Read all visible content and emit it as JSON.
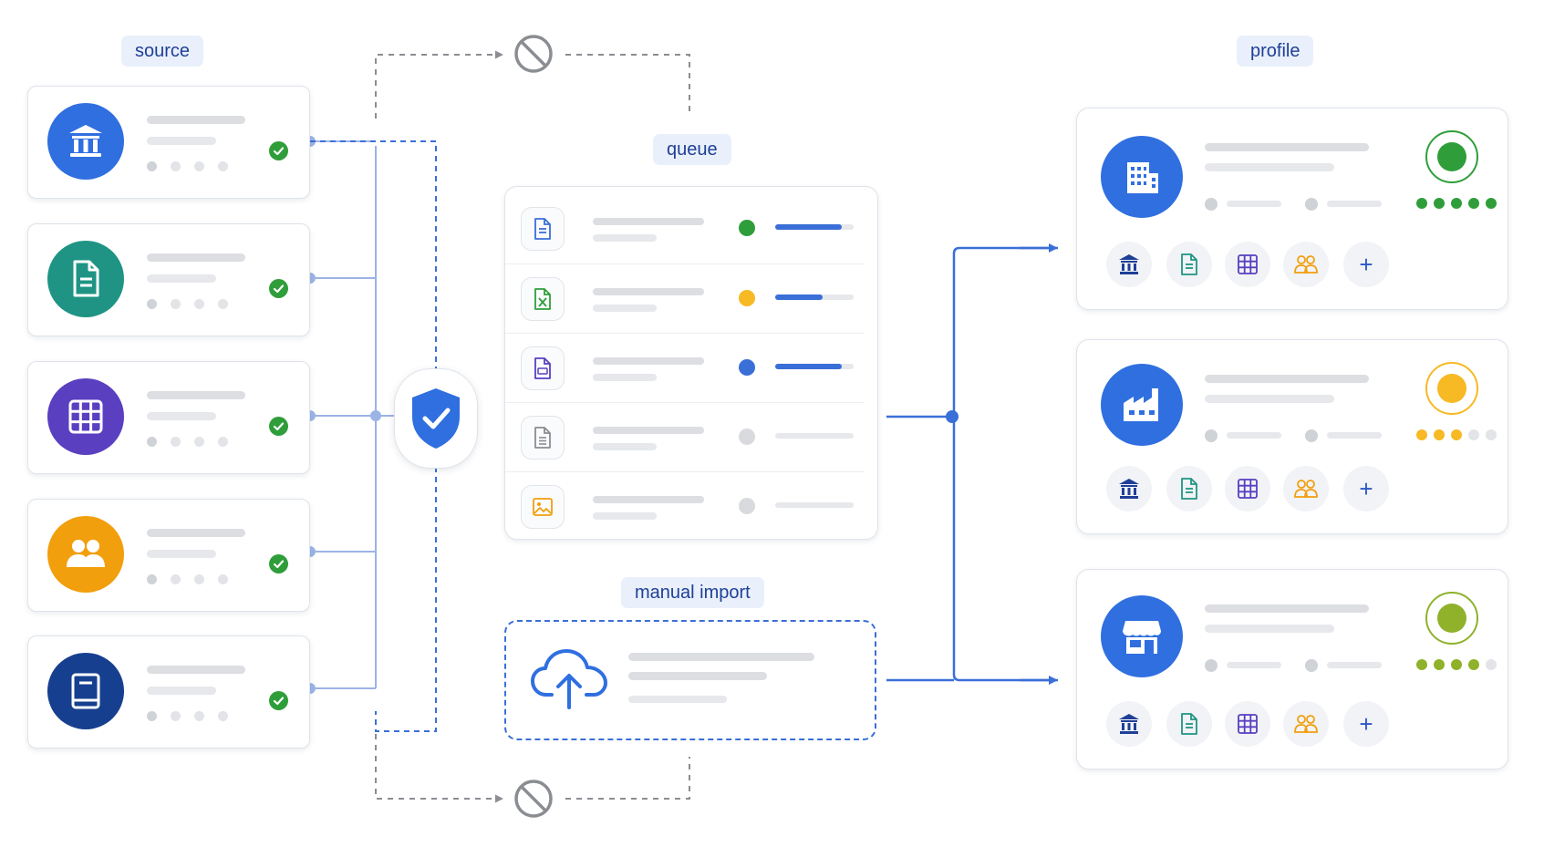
{
  "labels": {
    "source": "source",
    "queue": "queue",
    "manual_import": "manual import",
    "profile": "profile"
  },
  "sources": [
    {
      "icon": "bank-icon",
      "color": "#2f6fe0"
    },
    {
      "icon": "document-icon",
      "color": "#1f9484"
    },
    {
      "icon": "grid-icon",
      "color": "#5a3fc0"
    },
    {
      "icon": "people-icon",
      "color": "#f29f0d"
    },
    {
      "icon": "book-icon",
      "color": "#173f8f"
    }
  ],
  "queue_items": [
    {
      "icon": "document-icon",
      "status_color": "#2f9e3a",
      "progress": 0.85
    },
    {
      "icon": "spreadsheet-icon",
      "status_color": "#f7b924",
      "progress": 0.6
    },
    {
      "icon": "pdf-icon",
      "status_color": "#3a6fd8",
      "progress": 0.85
    },
    {
      "icon": "text-file-icon",
      "status_color": "#d8dadd",
      "progress": 0
    },
    {
      "icon": "image-icon",
      "status_color": "#d8dadd",
      "progress": 0
    }
  ],
  "profiles": [
    {
      "icon": "office-building-icon",
      "status_color": "#2f9e3a",
      "rating": 5,
      "rating_of": 5
    },
    {
      "icon": "factory-icon",
      "status_color": "#f7b924",
      "rating": 3,
      "rating_of": 5
    },
    {
      "icon": "storefront-icon",
      "status_color": "#8fb22a",
      "rating": 4,
      "rating_of": 5
    }
  ],
  "profile_chips": [
    "bank-icon",
    "document-icon",
    "grid-icon",
    "people-icon",
    "plus-icon"
  ],
  "plus_glyph": "+",
  "colors": {
    "accent": "#3a6fd8",
    "connector_light": "#9cb3e6",
    "dashed_gray": "#8a8d92",
    "pill_bg": "#e9f0fb",
    "pill_text": "#1f3f97"
  }
}
